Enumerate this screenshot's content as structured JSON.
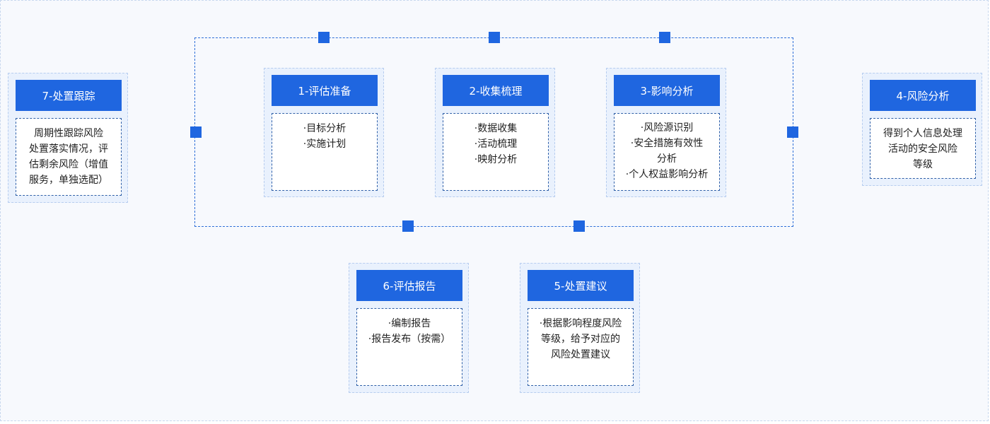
{
  "colors": {
    "accent": "#1f66e0",
    "card_bg": "#e9f1fd",
    "canvas_bg": "#f7f9fd"
  },
  "steps": [
    {
      "title": "1-评估准备",
      "lines": [
        "·目标分析",
        "·实施计划"
      ]
    },
    {
      "title": "2-收集梳理",
      "lines": [
        "·数据收集",
        "·活动梳理",
        "·映射分析"
      ]
    },
    {
      "title": "3-影响分析",
      "lines": [
        "·风险源识别",
        "·安全措施有效性",
        "分析",
        "·个人权益影响分析"
      ]
    },
    {
      "title": "4-风险分析",
      "lines": [
        "得到个人信息处理",
        "活动的安全风险",
        "等级"
      ]
    },
    {
      "title": "5-处置建议",
      "lines": [
        "·根据影响程度风险",
        "等级，给予对应的",
        "风险处置建议"
      ]
    },
    {
      "title": "6-评估报告",
      "lines": [
        "·编制报告",
        "·报告发布（按需）"
      ]
    },
    {
      "title": "7-处置跟踪",
      "lines": [
        "周期性跟踪风险",
        "处置落实情况，评",
        "估剩余风险（增值",
        "服务，单独选配）"
      ]
    }
  ]
}
